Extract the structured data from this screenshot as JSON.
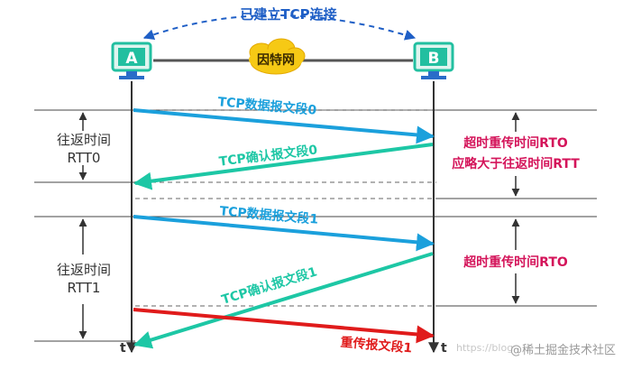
{
  "header": {
    "connection_label": "已建立TCP连接",
    "network_label": "因特网"
  },
  "hosts": {
    "a_label": "A",
    "b_label": "B"
  },
  "segments": {
    "data0": "TCP数据报文段0",
    "ack0": "TCP确认报文段0",
    "data1": "TCP数据报文段1",
    "ack1": "TCP确认报文段1",
    "resend1": "重传报文段1"
  },
  "left_labels": {
    "rtt0_line1": "往返时间",
    "rtt0_line2": "RTT0",
    "rtt1_line1": "往返时间",
    "rtt1_line2": "RTT1"
  },
  "right_labels": {
    "rto0_line1": "超时重传时间RTO",
    "rto0_line2": "应略大于往返时间RTT",
    "rto1_line1": "超时重传时间RTO"
  },
  "time_axis": {
    "a_t": "t",
    "b_t": "t"
  },
  "watermark": {
    "url": "https://blog",
    "brand": "@稀土掘金技术社区"
  },
  "colors": {
    "data_arrow": "#1ba0dc",
    "ack_arrow": "#1dc7a5",
    "resend_arrow": "#e01b1b",
    "rto_text": "#d4145a",
    "host_fill": "#22bfa0",
    "network_fill": "#f6c915",
    "header_text": "#1f5fc6"
  }
}
